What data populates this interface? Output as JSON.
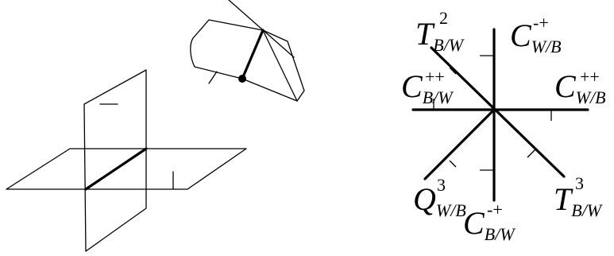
{
  "diagram": {
    "labels": [
      {
        "id": "T2BW",
        "main": "T",
        "sub": "B/W",
        "sup": "2"
      },
      {
        "id": "CmpWB",
        "main": "C",
        "sub": "W/B",
        "sup": "-+"
      },
      {
        "id": "CppBW",
        "main": "C",
        "sub": "B/W",
        "sup": "++"
      },
      {
        "id": "CppWB",
        "main": "C",
        "sub": "W/B",
        "sup": "++"
      },
      {
        "id": "Q3WB",
        "main": "Q",
        "sub": "W/B",
        "sup": "3"
      },
      {
        "id": "CmpBW",
        "main": "C",
        "sub": "B/W",
        "sup": "-+"
      },
      {
        "id": "T3BW",
        "main": "T",
        "sub": "B/W",
        "sup": "3"
      }
    ]
  }
}
